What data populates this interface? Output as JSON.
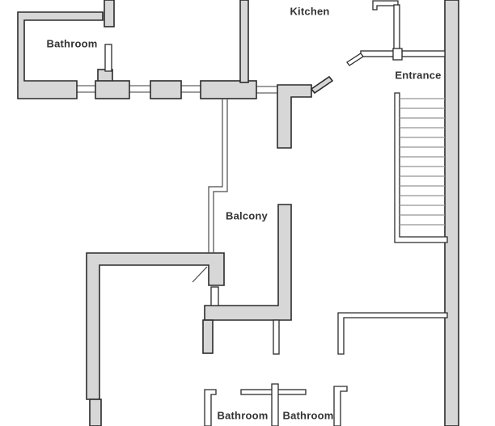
{
  "floor_plan": {
    "title": "apartment-floor-plan",
    "rooms": {
      "bathroom_top": {
        "label": "Bathroom"
      },
      "kitchen": {
        "label": "Kitchen"
      },
      "entrance": {
        "label": "Entrance"
      },
      "balcony": {
        "label": "Balcony"
      },
      "bathroom_bottom_left": {
        "label": "Bathroom"
      },
      "bathroom_bottom_right": {
        "label": "Bathroom"
      }
    },
    "stairs": {
      "treads": 14
    },
    "colors": {
      "wall_fill": "#d7d7d7",
      "wall_outline": "#2b2b2b",
      "window_line": "#8f8f8f",
      "tread": "#959595",
      "rail": "#4a4a4a",
      "label_text": "#333333",
      "bg": "#ffffff"
    }
  }
}
